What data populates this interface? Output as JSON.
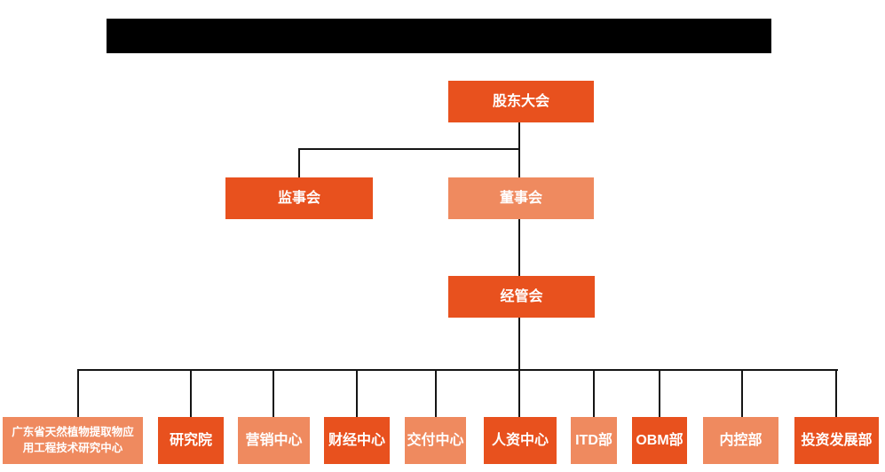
{
  "diagram": {
    "type": "org-chart",
    "title_bar": {
      "redacted": true,
      "text": ""
    },
    "colors": {
      "node_primary": "#E8511E",
      "node_secondary": "#EF8A5F",
      "connector": "#151515",
      "label_text": "#FFFFFF",
      "background": "#FFFFFF"
    },
    "nodes": [
      {
        "id": "shareholders-meeting",
        "label": "股东大会",
        "level": 1,
        "parent": null,
        "variant": "primary"
      },
      {
        "id": "supervisory-board",
        "label": "监事会",
        "level": 2,
        "parent": "shareholders-meeting",
        "variant": "primary"
      },
      {
        "id": "board-of-directors",
        "label": "董事会",
        "level": 2,
        "parent": "shareholders-meeting",
        "variant": "secondary"
      },
      {
        "id": "management-committee",
        "label": "经管会",
        "level": 3,
        "parent": "board-of-directors",
        "variant": "primary"
      },
      {
        "id": "guangdong-research-center",
        "label": "广东省天然植物提取物应用工程技术研究中心",
        "level": 4,
        "parent": "management-committee",
        "variant": "secondary"
      },
      {
        "id": "research-institute",
        "label": "研究院",
        "level": 4,
        "parent": "management-committee",
        "variant": "primary"
      },
      {
        "id": "marketing-center",
        "label": "营销中心",
        "level": 4,
        "parent": "management-committee",
        "variant": "secondary"
      },
      {
        "id": "finance-center",
        "label": "财经中心",
        "level": 4,
        "parent": "management-committee",
        "variant": "primary"
      },
      {
        "id": "delivery-center",
        "label": "交付中心",
        "level": 4,
        "parent": "management-committee",
        "variant": "secondary"
      },
      {
        "id": "hr-center",
        "label": "人资中心",
        "level": 4,
        "parent": "management-committee",
        "variant": "primary"
      },
      {
        "id": "itd-dept",
        "label": "ITD部",
        "level": 4,
        "parent": "management-committee",
        "variant": "secondary"
      },
      {
        "id": "obm-dept",
        "label": "OBM部",
        "level": 4,
        "parent": "management-committee",
        "variant": "primary"
      },
      {
        "id": "internal-control-dept",
        "label": "内控部",
        "level": 4,
        "parent": "management-committee",
        "variant": "secondary"
      },
      {
        "id": "investment-development-dept",
        "label": "投资发展部",
        "level": 4,
        "parent": "management-committee",
        "variant": "primary"
      }
    ]
  }
}
